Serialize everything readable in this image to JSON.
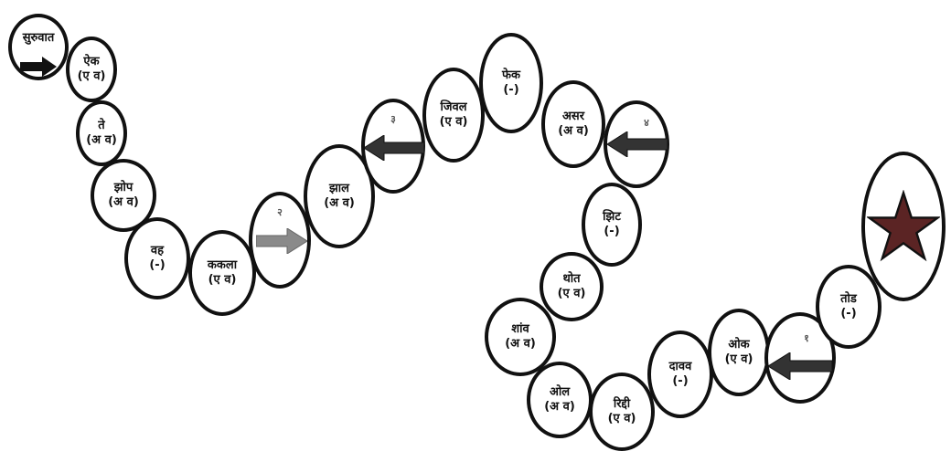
{
  "colors": {
    "outline": "#111111",
    "arrow_dark": "#333333",
    "arrow_light": "#8a8a8a",
    "star": "#5b2424"
  },
  "cells": [
    {
      "id": "start",
      "word": "सुरुवात",
      "tag": ""
    },
    {
      "id": "c1",
      "word": "ऐक",
      "tag": "(ए व)"
    },
    {
      "id": "c2",
      "word": "ते",
      "tag": "(अ व)"
    },
    {
      "id": "c3",
      "word": "झोप",
      "tag": "(अ व)"
    },
    {
      "id": "c4",
      "word": "वह",
      "tag": "(-)"
    },
    {
      "id": "c5",
      "word": "ककला",
      "tag": "(ए व)"
    },
    {
      "id": "c6",
      "number": "२",
      "arrow": "right-light"
    },
    {
      "id": "c7",
      "word": "झाल",
      "tag": "(अ व)"
    },
    {
      "id": "c8",
      "number": "३",
      "arrow": "left-dark"
    },
    {
      "id": "c9",
      "word": "जिवल",
      "tag": "(ए व)"
    },
    {
      "id": "c10",
      "word": "फेक",
      "tag": "(-)"
    },
    {
      "id": "c11",
      "word": "असर",
      "tag": "(अ व)"
    },
    {
      "id": "c12",
      "number": "४",
      "arrow": "left-dark"
    },
    {
      "id": "c13",
      "word": "झिट",
      "tag": "(-)"
    },
    {
      "id": "c14",
      "word": "थोत",
      "tag": "(ए व)"
    },
    {
      "id": "c15",
      "word": "शांव",
      "tag": "(अ व)"
    },
    {
      "id": "c16",
      "word": "ओल",
      "tag": "(अ व)"
    },
    {
      "id": "c17",
      "word": "रिद्दी",
      "tag": "(ए व)"
    },
    {
      "id": "c18",
      "word": "दावव",
      "tag": "(-)"
    },
    {
      "id": "c19",
      "word": "ओक",
      "tag": "(ए व)"
    },
    {
      "id": "c20",
      "number": "१",
      "arrow": "left-dark"
    },
    {
      "id": "c21",
      "word": "तोड",
      "tag": "(-)"
    },
    {
      "id": "finish",
      "icon": "star-icon"
    }
  ]
}
